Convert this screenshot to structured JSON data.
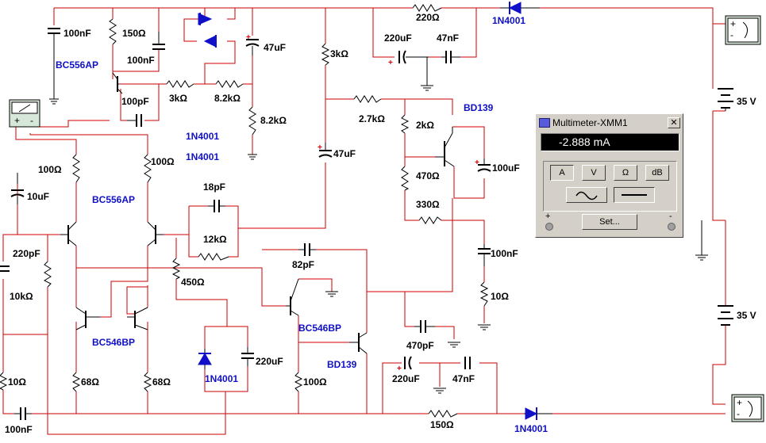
{
  "components": {
    "c_top_left": "100nF",
    "q_top": "BC556AP",
    "r_150": "150Ω",
    "c_100nf_top": "100nF",
    "c_47uf_top": "47uF",
    "r_3k_top": "3kΩ",
    "r_220": "220Ω",
    "d_top": "1N4001",
    "c_220uf_top": "220uF",
    "c_47nf_top": "47nF",
    "c_100pf": "100pF",
    "r_3k_mid": "3kΩ",
    "r_8k2_h": "8.2kΩ",
    "r_8k2_v": "8.2kΩ",
    "r_2k7": "2.7kΩ",
    "r_2k": "2kΩ",
    "q_bd139_top": "BD139",
    "d_label_1": "1N4001",
    "d_label_2": "1N4001",
    "r_100_left": "100Ω",
    "r_100_right": "100Ω",
    "c_47uf_mid": "47uF",
    "r_470": "470Ω",
    "c_100uf": "100uF",
    "c_10uf": "10uF",
    "q_bc556_mid": "BC556AP",
    "c_18pf": "18pF",
    "r_330": "330Ω",
    "r_12k": "12kΩ",
    "c_220pf": "220pF",
    "c_100nf_right": "100nF",
    "c_82pf": "82pF",
    "r_10k": "10kΩ",
    "r_450": "450Ω",
    "r_10_right": "10Ω",
    "q_bc546bp_right": "BC546BP",
    "q_bc546bp_left": "BC546BP",
    "c_470pf": "470pF",
    "q_bd139_bottom": "BD139",
    "d_mid": "1N4001",
    "c_220uf_mid": "220uF",
    "c_220uf_bottom": "220uF",
    "c_47nf_bottom": "47nF",
    "r_10_left": "10Ω",
    "r_68_left": "68Ω",
    "r_68_right": "68Ω",
    "r_100_bottom": "100Ω",
    "r_150_bottom": "150Ω",
    "d_bottom": "1N4001",
    "c_100nf_bottom": "100nF",
    "v_top": "35 V",
    "v_bottom": "35 V",
    "polarity_plus": "+"
  },
  "multimeter": {
    "title": "Multimeter-XMM1",
    "close_label": "✕",
    "reading": "-2.888 mA",
    "mode_buttons": [
      "A",
      "V",
      "Ω",
      "dB"
    ],
    "active_mode": "A",
    "set_label": "Set...",
    "plus_label": "+",
    "minus_label": "-",
    "ac_icon": "sine-wave-icon",
    "dc_icon": "dc-line-icon",
    "active_coupling": "dc"
  },
  "colors": {
    "wire": "#cc0000",
    "component": "#000000",
    "diode": "#1010c8",
    "part_label": "#1010c8",
    "window_face": "#d4d0c8"
  }
}
